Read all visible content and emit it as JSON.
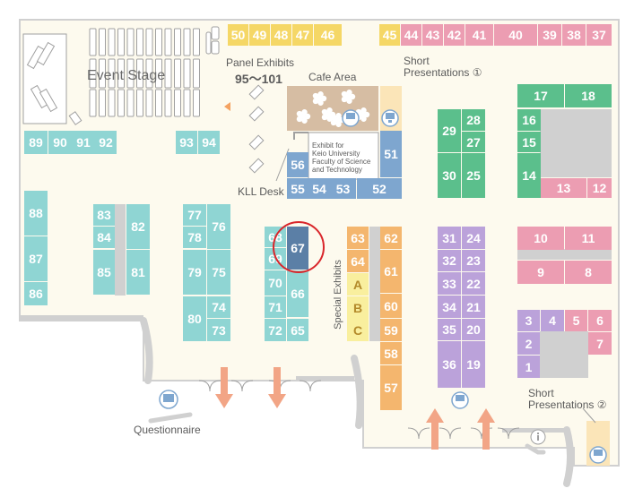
{
  "colors": {
    "floor": "#fdfaee",
    "wall": "#d0d0d0",
    "text": "#5b5b5b",
    "yellow": "#f5d766",
    "pink": "#ec9db2",
    "teal": "#8fd5d3",
    "green": "#5bbf8c",
    "blue": "#7ea6cf",
    "dark_blue": "#5b7fa6",
    "purple": "#bba2da",
    "orange": "#f4b66e",
    "light_yellow": "#f9ef9e",
    "tan": "#d6bda3",
    "grey": "#d0d0d0",
    "arrow": "#f2a586",
    "highlight": "#d9262b"
  },
  "labels": {
    "event_stage": "Event Stage",
    "panel_exhibits": "Panel Exhibits",
    "panel_range": "95～101",
    "cafe_area": "Cafe Area",
    "short_pres_1_line1": "Short",
    "short_pres_1_line2": "Presentations ①",
    "kll_desk": "KLL Desk",
    "keio_exhibit_1": "Exhibit for",
    "keio_exhibit_2": "Keio University",
    "keio_exhibit_3": "Faculty of Science",
    "keio_exhibit_4": "and Technology",
    "special_exhibits": "Special Exhibits",
    "questionnaire": "Questionnaire",
    "short_pres_2_line1": "Short",
    "short_pres_2_line2": "Presentations ②"
  },
  "icons": {
    "presentation": "presentation-screen-icon",
    "questionnaire": "questionnaire-pen-icon",
    "info": "info-icon",
    "arrow": "entrance-arrow-icon"
  },
  "highlighted_booth": "67",
  "booths": [
    {
      "label": "50",
      "c": "yellow"
    },
    {
      "label": "49",
      "c": "yellow"
    },
    {
      "label": "48",
      "c": "yellow"
    },
    {
      "label": "47",
      "c": "yellow"
    },
    {
      "label": "46",
      "c": "yellow"
    },
    {
      "label": "45",
      "c": "yellow"
    },
    {
      "label": "44",
      "c": "pink"
    },
    {
      "label": "43",
      "c": "pink"
    },
    {
      "label": "42",
      "c": "pink"
    },
    {
      "label": "41",
      "c": "pink"
    },
    {
      "label": "40",
      "c": "pink"
    },
    {
      "label": "39",
      "c": "pink"
    },
    {
      "label": "38",
      "c": "pink"
    },
    {
      "label": "37",
      "c": "pink"
    },
    {
      "label": "89",
      "c": "teal"
    },
    {
      "label": "90",
      "c": "teal"
    },
    {
      "label": "91",
      "c": "teal"
    },
    {
      "label": "92",
      "c": "teal"
    },
    {
      "label": "93",
      "c": "teal"
    },
    {
      "label": "94",
      "c": "teal"
    },
    {
      "label": "56",
      "c": "blue"
    },
    {
      "label": "51",
      "c": "blue"
    },
    {
      "label": "55",
      "c": "blue"
    },
    {
      "label": "54",
      "c": "blue"
    },
    {
      "label": "53",
      "c": "blue"
    },
    {
      "label": "52",
      "c": "blue"
    },
    {
      "label": "29",
      "c": "green"
    },
    {
      "label": "28",
      "c": "green"
    },
    {
      "label": "27",
      "c": "green"
    },
    {
      "label": "30",
      "c": "green"
    },
    {
      "label": "25",
      "c": "green"
    },
    {
      "label": "17",
      "c": "green"
    },
    {
      "label": "18",
      "c": "green"
    },
    {
      "label": "16",
      "c": "green"
    },
    {
      "label": "15",
      "c": "green"
    },
    {
      "label": "14",
      "c": "green"
    },
    {
      "label": "13",
      "c": "pink"
    },
    {
      "label": "12",
      "c": "pink"
    },
    {
      "label": "88",
      "c": "teal"
    },
    {
      "label": "87",
      "c": "teal"
    },
    {
      "label": "86",
      "c": "teal"
    },
    {
      "label": "83",
      "c": "teal"
    },
    {
      "label": "84",
      "c": "teal"
    },
    {
      "label": "82",
      "c": "teal"
    },
    {
      "label": "85",
      "c": "teal"
    },
    {
      "label": "81",
      "c": "teal"
    },
    {
      "label": "77",
      "c": "teal"
    },
    {
      "label": "78",
      "c": "teal"
    },
    {
      "label": "76",
      "c": "teal"
    },
    {
      "label": "79",
      "c": "teal"
    },
    {
      "label": "75",
      "c": "teal"
    },
    {
      "label": "80",
      "c": "teal"
    },
    {
      "label": "74",
      "c": "teal"
    },
    {
      "label": "73",
      "c": "teal"
    },
    {
      "label": "68",
      "c": "teal"
    },
    {
      "label": "69",
      "c": "teal"
    },
    {
      "label": "67",
      "c": "dark_blue"
    },
    {
      "label": "70",
      "c": "teal"
    },
    {
      "label": "66",
      "c": "teal"
    },
    {
      "label": "71",
      "c": "teal"
    },
    {
      "label": "72",
      "c": "teal"
    },
    {
      "label": "65",
      "c": "teal"
    },
    {
      "label": "63",
      "c": "orange"
    },
    {
      "label": "64",
      "c": "orange"
    },
    {
      "label": "A",
      "c": "light_yellow"
    },
    {
      "label": "B",
      "c": "light_yellow"
    },
    {
      "label": "C",
      "c": "light_yellow"
    },
    {
      "label": "62",
      "c": "orange"
    },
    {
      "label": "61",
      "c": "orange"
    },
    {
      "label": "60",
      "c": "orange"
    },
    {
      "label": "59",
      "c": "orange"
    },
    {
      "label": "58",
      "c": "orange"
    },
    {
      "label": "57",
      "c": "orange"
    },
    {
      "label": "31",
      "c": "purple"
    },
    {
      "label": "24",
      "c": "purple"
    },
    {
      "label": "32",
      "c": "purple"
    },
    {
      "label": "23",
      "c": "purple"
    },
    {
      "label": "33",
      "c": "purple"
    },
    {
      "label": "22",
      "c": "purple"
    },
    {
      "label": "34",
      "c": "purple"
    },
    {
      "label": "21",
      "c": "purple"
    },
    {
      "label": "35",
      "c": "purple"
    },
    {
      "label": "20",
      "c": "purple"
    },
    {
      "label": "36",
      "c": "purple"
    },
    {
      "label": "19",
      "c": "purple"
    },
    {
      "label": "10",
      "c": "pink"
    },
    {
      "label": "11",
      "c": "pink"
    },
    {
      "label": "9",
      "c": "pink"
    },
    {
      "label": "8",
      "c": "pink"
    },
    {
      "label": "3",
      "c": "purple"
    },
    {
      "label": "4",
      "c": "purple"
    },
    {
      "label": "5",
      "c": "pink"
    },
    {
      "label": "6",
      "c": "pink"
    },
    {
      "label": "2",
      "c": "purple"
    },
    {
      "label": "7",
      "c": "pink"
    },
    {
      "label": "1",
      "c": "purple"
    }
  ]
}
